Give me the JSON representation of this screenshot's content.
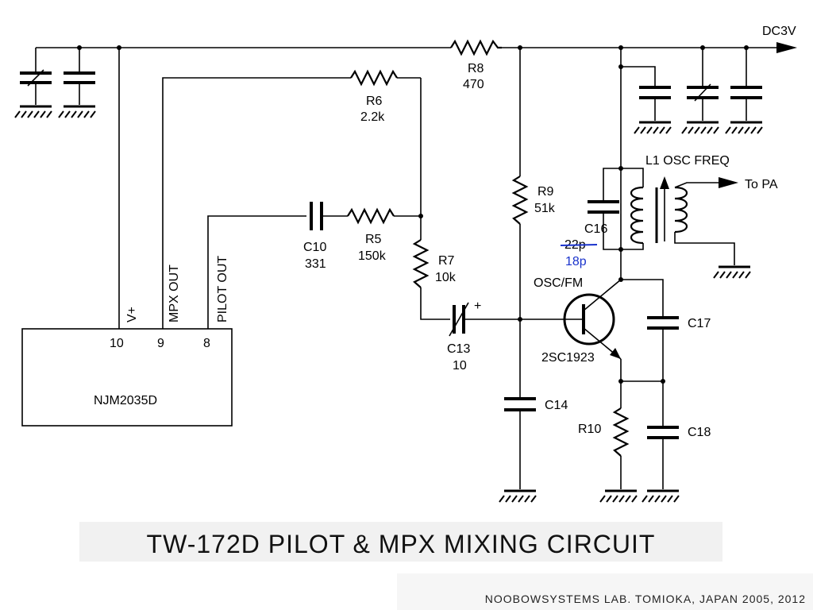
{
  "title": "TW-172D PILOT & MPX MIXING CIRCUIT",
  "credit": "NOOBOWSYSTEMS LAB. TOMIOKA, JAPAN 2005, 2012",
  "supply": {
    "label": "DC3V"
  },
  "ic": {
    "name": "NJM2035D",
    "pin10": "10",
    "pin9": "9",
    "pin8": "8",
    "pin10_label": "V+",
    "pin9_label": "MPX OUT",
    "pin8_label": "PILOT OUT"
  },
  "components": {
    "r8": {
      "name": "R8",
      "value": "470"
    },
    "r6": {
      "name": "R6",
      "value": "2.2k"
    },
    "r5": {
      "name": "R5",
      "value": "150k"
    },
    "r7": {
      "name": "R7",
      "value": "10k"
    },
    "r9": {
      "name": "R9",
      "value": "51k"
    },
    "r10": {
      "name": "R10"
    },
    "c10": {
      "name": "C10",
      "value": "331"
    },
    "c13": {
      "name": "C13",
      "value": "10",
      "polarity": "+"
    },
    "c14": {
      "name": "C14"
    },
    "c16": {
      "name": "C16",
      "old_value": "22p",
      "new_value": "18p"
    },
    "c17": {
      "name": "C17"
    },
    "c18": {
      "name": "C18"
    },
    "l1": {
      "name": "L1 OSC FREQ"
    },
    "q1": {
      "label": "OSC/FM",
      "part": "2SC1923"
    }
  },
  "output": {
    "label": "To PA"
  },
  "colors": {
    "correction": "#1a33cc"
  }
}
